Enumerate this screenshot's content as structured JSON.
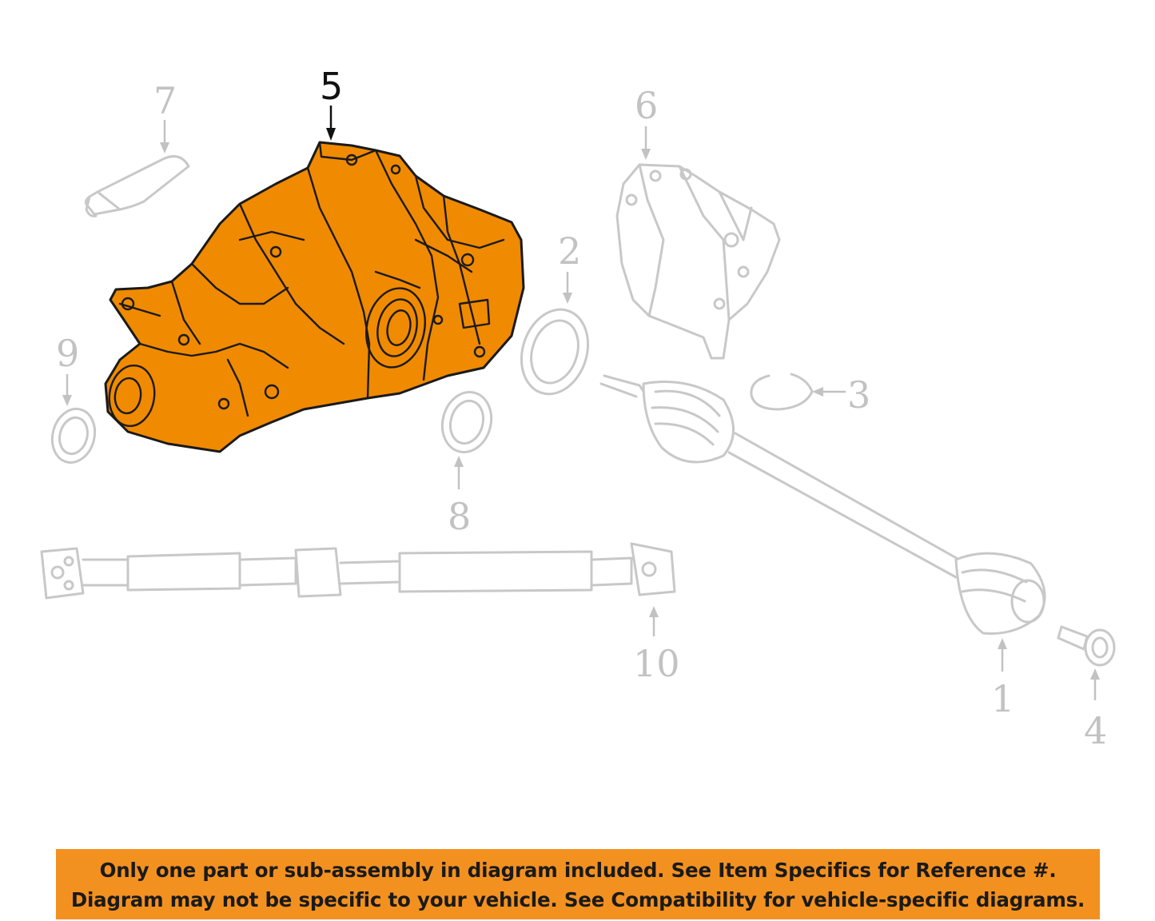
{
  "diagram": {
    "highlight_color": "#f08a00",
    "callouts": {
      "c1": "1",
      "c2": "2",
      "c3": "3",
      "c4": "4",
      "c5": "5",
      "c6": "6",
      "c7": "7",
      "c8": "8",
      "c9": "9",
      "c10": "10"
    }
  },
  "disclaimer": {
    "line1": "Only one part or sub-assembly in diagram included. See Item Specifics for Reference #.",
    "line2": "Diagram may not be specific to your vehicle. See Compatibility for vehicle-specific diagrams."
  }
}
